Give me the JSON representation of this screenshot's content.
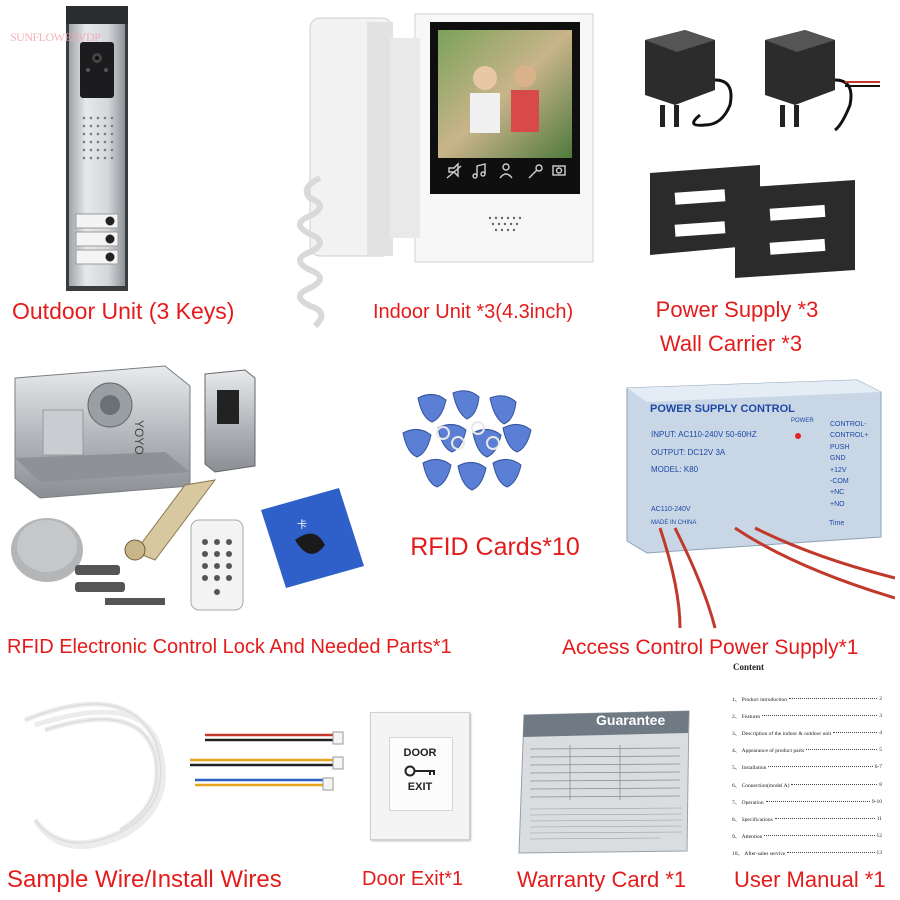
{
  "watermark": "SUNFLOWERVDP",
  "captions": {
    "outdoor": "Outdoor Unit (3 Keys)",
    "indoor": "Indoor Unit *3(4.3inch)",
    "power_supply": "Power Supply *3",
    "wall_carrier": "Wall Carrier *3",
    "rfid_lock": "RFID Electronic Control Lock And Needed Parts*1",
    "rfid_cards": "RFID Cards*10",
    "access_power": "Access Control Power Supply*1",
    "sample_wire": "Sample Wire/Install Wires",
    "door_exit": "Door Exit*1",
    "warranty": "Warranty Card *1",
    "manual": "User Manual *1"
  },
  "lock": {
    "brand": "YOYO"
  },
  "fob_card": {
    "label": "卡"
  },
  "psu_box": {
    "title": "POWER SUPPLY CONTROL",
    "power_led": "POWER",
    "input": "INPUT: AC110-240V  50-60HZ",
    "output": "OUTPUT: DC12V  3A",
    "model": "MODEL: K80",
    "ac_label": "AC110-240V",
    "made_in": "MADE IN CHINA",
    "time_label": "Time",
    "terminals": [
      "CONTROL-",
      "CONTROL+",
      "PUSH",
      "GND",
      "+12V",
      "-COM",
      "+NC",
      "+NO"
    ]
  },
  "door_exit_button": {
    "line1": "DOOR",
    "line2": "EXIT"
  },
  "warranty_card": {
    "title": "Guarantee"
  },
  "manual_page": {
    "heading": "Content",
    "items": [
      {
        "label": "1、 Product introduction",
        "page": "2"
      },
      {
        "label": "2、 Features",
        "page": "3"
      },
      {
        "label": "3、 Description of the indoor & outdoor unit",
        "page": "4"
      },
      {
        "label": "4、 Appearance of product parts",
        "page": "5"
      },
      {
        "label": "5、 Installation",
        "page": "6-7"
      },
      {
        "label": "6、 Connection(model A)",
        "page": "8"
      },
      {
        "label": "7、 Operation",
        "page": "9-10"
      },
      {
        "label": "8、 Specifications",
        "page": "11"
      },
      {
        "label": "9、 Attention",
        "page": "12"
      },
      {
        "label": "10、 After-sales service",
        "page": "13"
      }
    ]
  },
  "colors": {
    "caption": "#e41b1b",
    "background": "#ffffff",
    "fob_blue": "#5b7fd4"
  },
  "icons": [
    "mute-icon",
    "music-icon",
    "monitor-icon",
    "unlock-icon",
    "camera-icon"
  ]
}
